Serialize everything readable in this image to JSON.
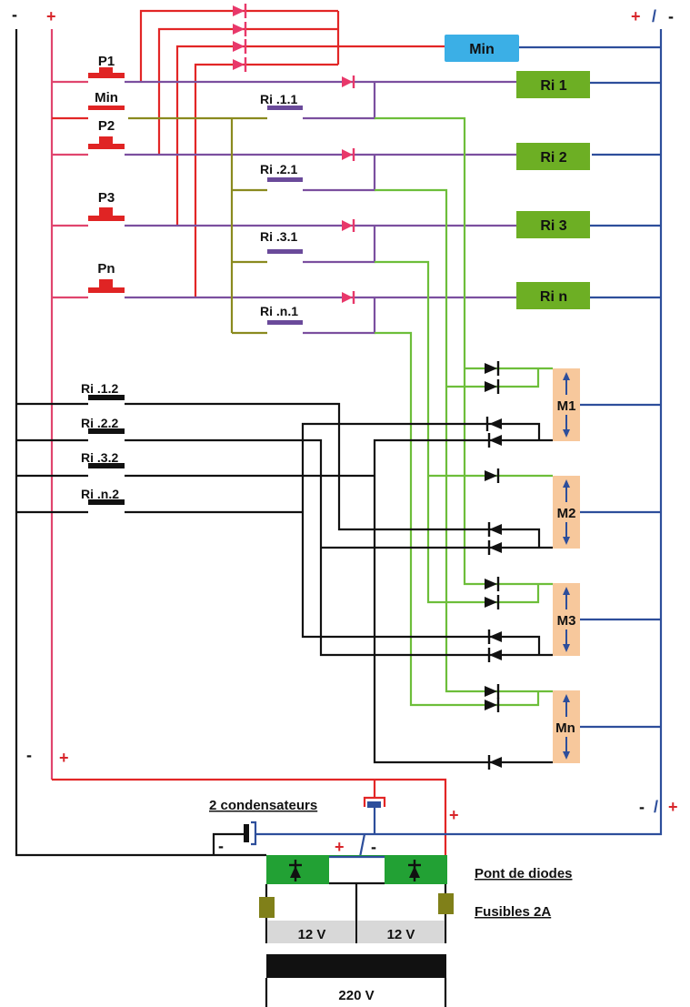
{
  "diagram": {
    "polarity": {
      "top_left_minus": "-",
      "top_left_plus": "+",
      "top_right": {
        "plus": "+",
        "slash": "/",
        "minus": "-"
      },
      "bottom_left_minus": "-",
      "bottom_left_plus": "+",
      "right_lower": {
        "minus": "-",
        "slash": "/",
        "plus": "+"
      },
      "supply_plus": "+",
      "bridge_plus": "+",
      "bridge_minus": "-",
      "capacitor_minus": "-"
    },
    "pushbuttons": [
      {
        "label": "P1"
      },
      {
        "label": "Min"
      },
      {
        "label": "P2"
      },
      {
        "label": "P3"
      },
      {
        "label": "Pn"
      }
    ],
    "relay_coils": [
      {
        "label": "Min"
      },
      {
        "label": "Ri 1"
      },
      {
        "label": "Ri 2"
      },
      {
        "label": "Ri 3"
      },
      {
        "label": "Ri n"
      }
    ],
    "relay_contacts_1": [
      "Ri .1.1",
      "Ri .2.1",
      "Ri .3.1",
      "Ri .n.1"
    ],
    "relay_contacts_2": [
      "Ri .1.2",
      "Ri .2.2",
      "Ri .3.2",
      "Ri .n.2"
    ],
    "motors": [
      "M1",
      "M2",
      "M3",
      "Mn"
    ],
    "power": {
      "capacitors_label": "2 condensateurs",
      "bridge_label": "Pont de diodes",
      "fuses_label": "Fusibles 2A",
      "secondary_left": "12 V",
      "secondary_right": "12 V",
      "primary": "220 V"
    }
  }
}
